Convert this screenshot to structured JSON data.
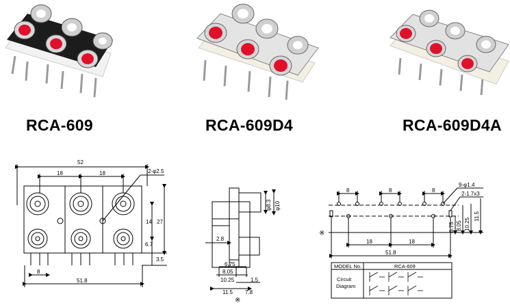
{
  "models": [
    {
      "name": "RCA-609"
    },
    {
      "name": "RCA-609D4"
    },
    {
      "name": "RCA-609D4A"
    }
  ],
  "front_view": {
    "dims": {
      "overall_width": "52",
      "pitch_left": "18",
      "pitch_right": "18",
      "mount_hole": "2-φ2.5",
      "height_14": "14",
      "height_27": "27",
      "dim_6_7": "6.7",
      "dim_3_5": "3.5",
      "pin_spacing": "8",
      "bottom_width": "51.8"
    }
  },
  "side_view": {
    "dims": {
      "dia_8_3": "φ8.3",
      "dia_10": "φ10",
      "dim_2_8": "2.8",
      "dim_6_75": "6.75",
      "dim_8_05": "8.05",
      "dim_10_25": "10.25",
      "dim_1_5": "1.5",
      "dim_11_5": "11.5",
      "dim_7_8": "7.8"
    },
    "asterisk": "※"
  },
  "pcb_view": {
    "dims": {
      "top_8_a": "8",
      "top_8_b": "8",
      "top_8_c": "8",
      "holes_9": "9-φ1.4",
      "holes_2": "2-1.7x3",
      "dim_6_75": "6.75",
      "dim_8_05": "8.05",
      "dim_10_25": "10.25",
      "dim_11_5": "11.5",
      "pitch_18_a": "18",
      "pitch_18_b": "18",
      "total_51_8": "51.8"
    },
    "asterisk": "※"
  },
  "table": {
    "model_no_label": "MODEL No.",
    "model_value": "RCA-609",
    "circuit_label_1": "Circuit",
    "circuit_label_2": "Diagram"
  }
}
